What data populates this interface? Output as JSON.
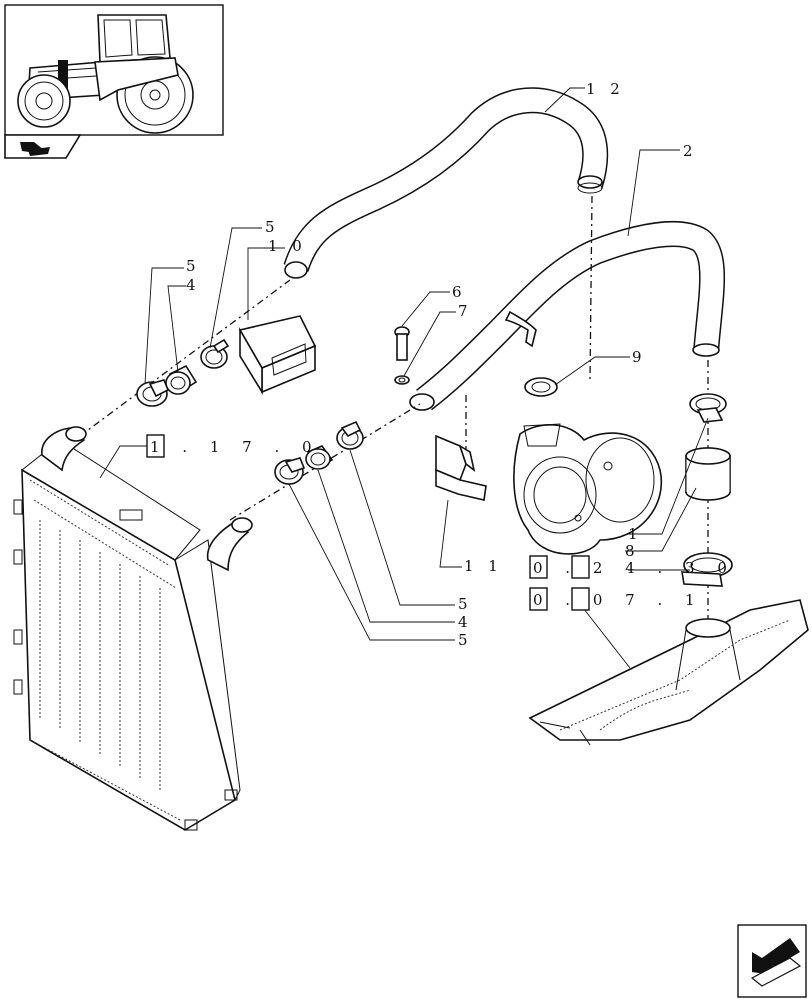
{
  "callouts": {
    "c12": "1 2",
    "c2": "2",
    "c5a": "5",
    "c10": "1 0",
    "c5b": "5",
    "c4a": "4",
    "c6": "6",
    "c7": "7",
    "c9": "9",
    "c1": "1",
    "c8": "8",
    "c11": "1 1",
    "c5c": "5",
    "c4b": "4",
    "c5d": "5"
  },
  "references": {
    "ref1": "1 . 1 7 . 0",
    "ref2": "0 . 2 4 . 3 0",
    "ref3": "0 . 0 7 . 1"
  },
  "icons": {
    "thumbnail": "tractor-icon",
    "badge": "section-arrow-icon",
    "nav": "next-page-arrow-icon"
  }
}
